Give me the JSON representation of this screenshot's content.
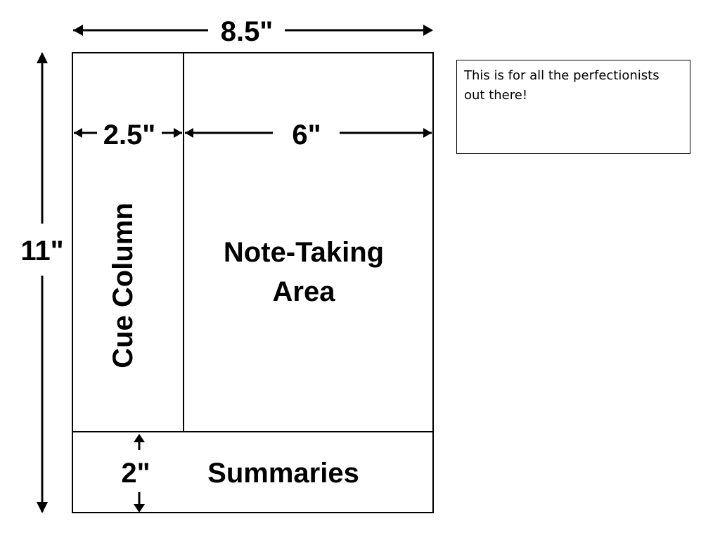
{
  "dimensions": {
    "total_width": "8.5\"",
    "total_height": "11\"",
    "cue_width": "2.5\"",
    "notes_width": "6\"",
    "summary_height": "2\""
  },
  "areas": {
    "cue_column": "Cue Column",
    "note_taking_line1": "Note-Taking",
    "note_taking_line2": "Area",
    "summaries": "Summaries"
  },
  "note": {
    "text": "This is for all the perfectionists out there!"
  },
  "colors": {
    "ink": "#000000",
    "background": "#ffffff"
  }
}
